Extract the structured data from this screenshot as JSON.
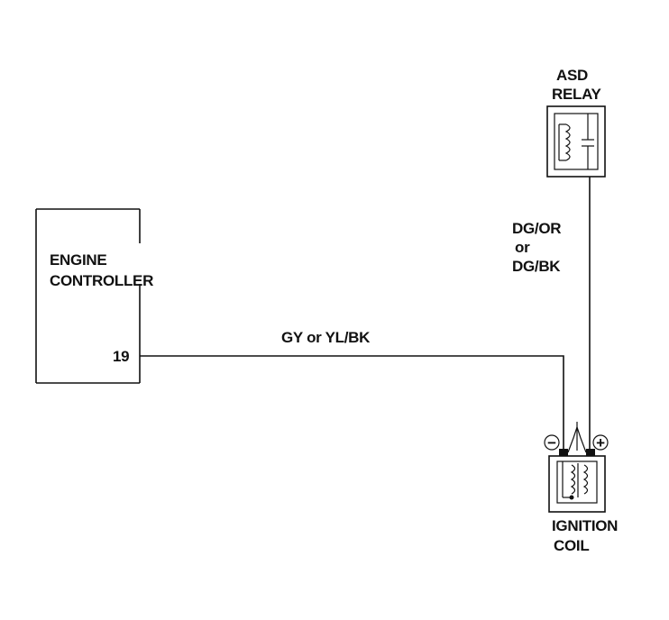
{
  "asd_relay": {
    "line1": "ASD",
    "line2": "RELAY"
  },
  "engine_controller": {
    "line1": "ENGINE",
    "line2": "CONTROLLER",
    "pin": "19"
  },
  "wire_relay_to_coil": {
    "line1": "DG/OR",
    "line2": "or",
    "line3": "DG/BK"
  },
  "wire_controller_to_coil": {
    "label": "GY or YL/BK"
  },
  "ignition_coil": {
    "line1": "IGNITION",
    "line2": "COIL",
    "neg_terminal": "−",
    "pos_terminal": "+"
  },
  "colors": {
    "ink": "#111111",
    "background": "#ffffff"
  }
}
